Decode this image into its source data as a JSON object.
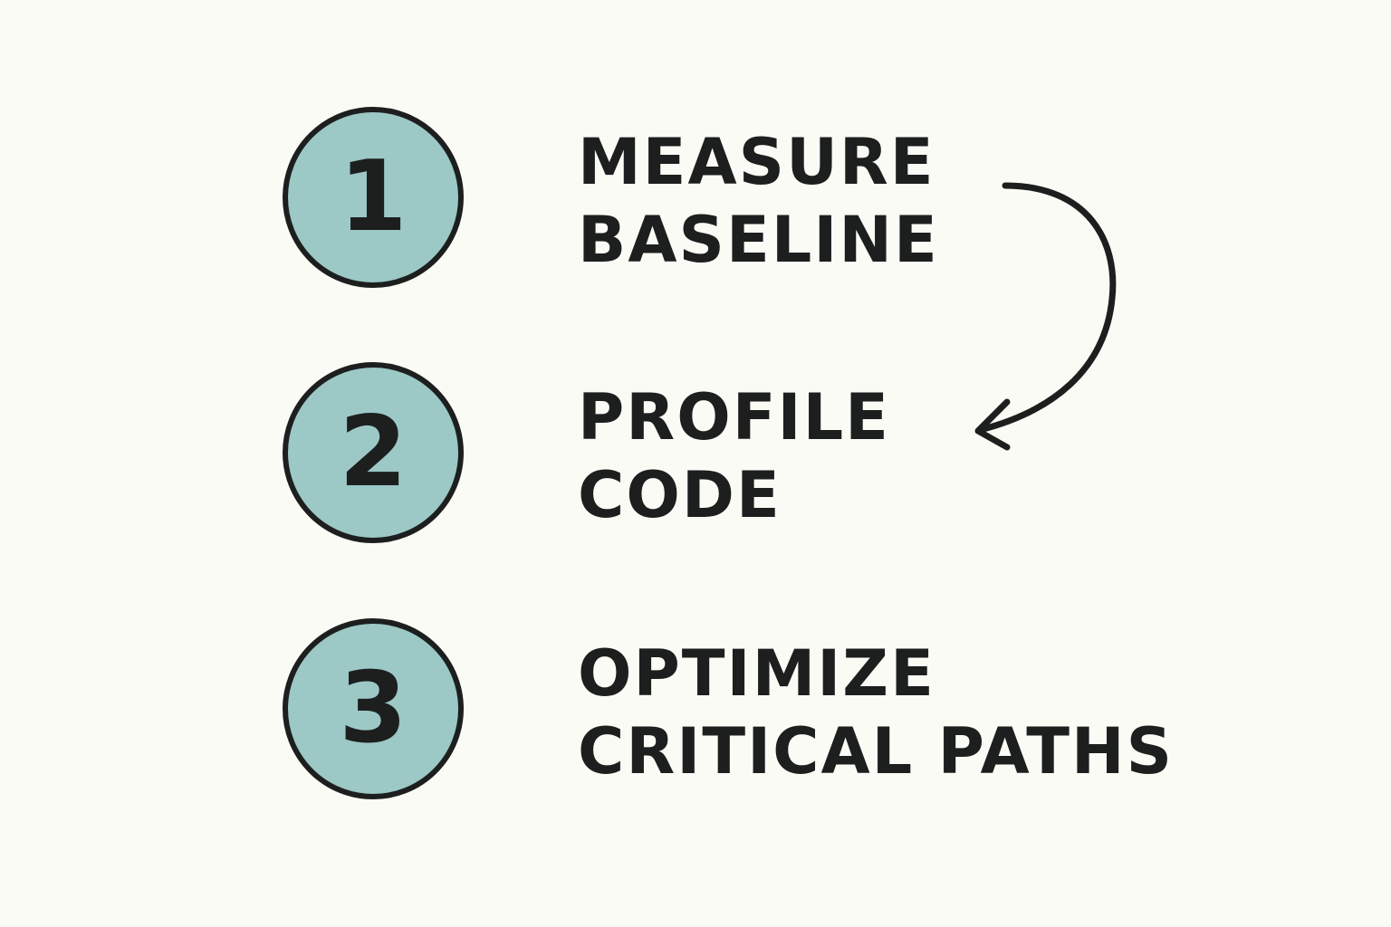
{
  "steps": [
    {
      "number": "1",
      "lines": [
        "MEASURE",
        "BASELINE"
      ]
    },
    {
      "number": "2",
      "lines": [
        "PROFILE",
        "CODE"
      ]
    },
    {
      "number": "3",
      "lines": [
        "OPTIMIZE",
        "CRITICAL PATHS"
      ]
    }
  ],
  "colors": {
    "background": "#fbfbf6",
    "badge_fill": "#9cc8c6",
    "ink": "#1c1f1e"
  },
  "icons": {
    "connector": "curved-arrow-icon"
  }
}
